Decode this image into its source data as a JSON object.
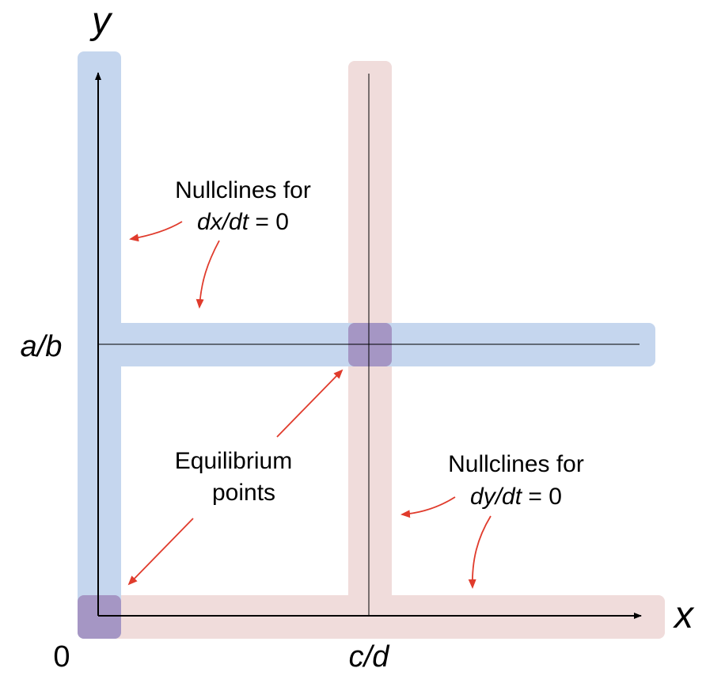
{
  "axes": {
    "x_label": "x",
    "y_label": "y",
    "origin_label": "0",
    "x_tick_label": "c/d",
    "y_tick_label": "a/b"
  },
  "annotations": {
    "dx_nullcline": {
      "line1": "Nullclines for",
      "eq_var": "dx/dt",
      "eq_rest": " = 0"
    },
    "dy_nullcline": {
      "line1": "Nullclines for",
      "eq_var": "dy/dt",
      "eq_rest": " = 0"
    },
    "equilibrium": {
      "line1": "Equilibrium",
      "line2": "points"
    }
  },
  "colors": {
    "dx_nullcline": "#c5d6ee",
    "dy_nullcline": "#f0dcdb",
    "equilibrium": "#a596c4",
    "arrow": "#e03b2c",
    "axis": "#000000"
  }
}
